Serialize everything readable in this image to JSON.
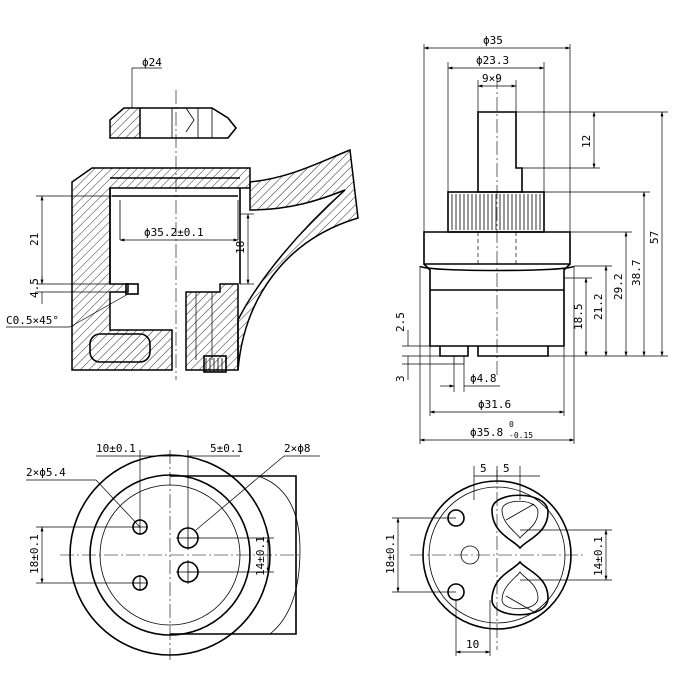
{
  "labels": {
    "d24": "ϕ24",
    "d35_2": "ϕ35.2±0.1",
    "h21": "21",
    "h18": "18",
    "h4_5": "4.5",
    "chamfer": "C0.5×45°",
    "d35": "ϕ35",
    "d23_3": "ϕ23.3",
    "sq9x9": "9×9",
    "h12": "12",
    "h57": "57",
    "h38_7": "38.7",
    "h29_2": "29.2",
    "h21_2": "21.2",
    "h18_5": "18.5",
    "h2_5": "2.5",
    "h3": "3",
    "d4_8": "ϕ4.8",
    "d31_6": "ϕ31.6",
    "d35_8": "ϕ35.8",
    "tol_upper": "0",
    "tol_lower": "-0.15",
    "s10_01": "10±0.1",
    "s5_01": "5±0.1",
    "holes2x8": "2×ϕ8",
    "holes2x5_4": "2×ϕ5.4",
    "v18_01_left": "18±0.1",
    "v14_01_left": "14±0.1",
    "s5a": "5",
    "s5b": "5",
    "v18_01_right": "18±0.1",
    "v14_01_right": "14±0.1",
    "s10": "10"
  }
}
